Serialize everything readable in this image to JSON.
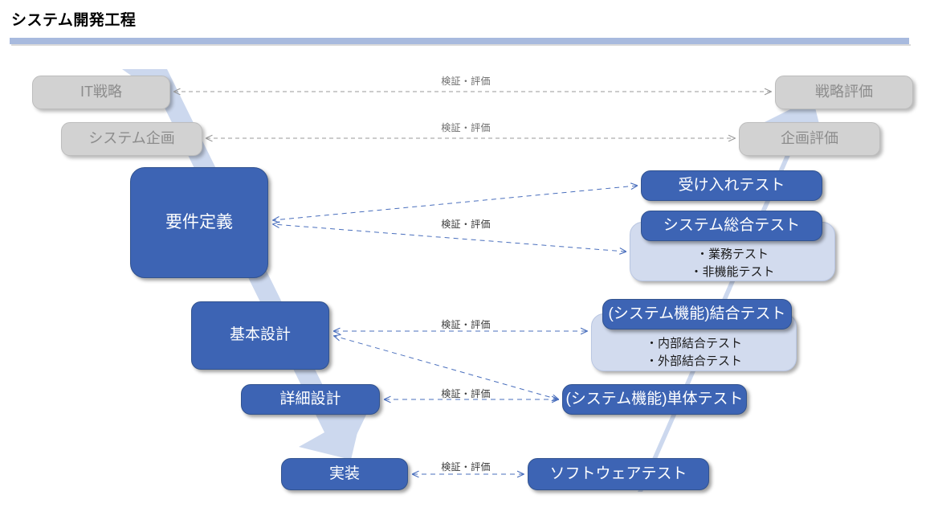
{
  "slide": {
    "title": "システム開発工程",
    "accent_color": "#a8bade",
    "box_blue": "#3d64b4",
    "box_gray": "#d2d2d2",
    "panel_light_blue": "#d2dbee",
    "connector_color": "#4a6fbd",
    "connector_gray": "#9a9a9a"
  },
  "nodes": {
    "it_strategy": {
      "label": "IT戦略"
    },
    "system_planning": {
      "label": "システム企画"
    },
    "requirements": {
      "label": "要件定義"
    },
    "basic_design": {
      "label": "基本設計"
    },
    "detailed_design": {
      "label": "詳細設計"
    },
    "implementation": {
      "label": "実装"
    },
    "strategy_eval": {
      "label": "戦略評価"
    },
    "planning_eval": {
      "label": "企画評価"
    },
    "acceptance_test": {
      "label": "受け入れテスト"
    },
    "system_total_test": {
      "label": "システム総合テスト"
    },
    "system_total_test_items": "・業務テスト\n・非機能テスト",
    "integration_test": {
      "label": "(システム機能)結合テスト"
    },
    "integration_test_items": "・内部結合テスト\n・外部結合テスト",
    "unit_test": {
      "label": "(システム機能)単体テスト"
    },
    "software_test": {
      "label": "ソフトウェアテスト"
    }
  },
  "edge_labels": {
    "strategy": "検証・評価",
    "planning": "検証・評価",
    "requirements": "検証・評価",
    "basic_design": "検証・評価",
    "detailed_design": "検証・評価",
    "implementation": "検証・評価"
  }
}
